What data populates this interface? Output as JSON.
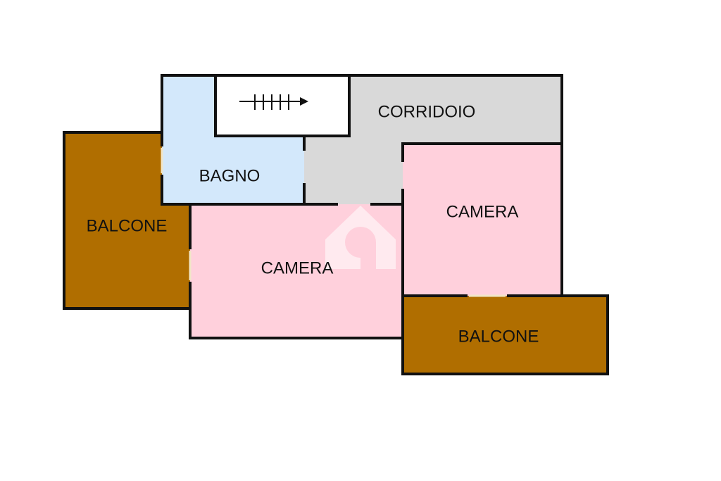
{
  "floorplan": {
    "colors": {
      "balcony": "#B06E00",
      "bathroom": "#D3E8FB",
      "corridor": "#D9D9D9",
      "bedroom": "#FFD0DC",
      "stairwell": "#FFFFFF",
      "wall": "#111111",
      "watermark": "#FFFFFF"
    },
    "rooms": {
      "balcone_left": {
        "label": "BALCONE"
      },
      "bagno": {
        "label": "BAGNO"
      },
      "corridoio": {
        "label": "CORRIDOIO"
      },
      "camera_center": {
        "label": "CAMERA"
      },
      "camera_right": {
        "label": "CAMERA"
      },
      "balcone_bottom": {
        "label": "BALCONE"
      }
    },
    "stairs": {
      "icon": "stairs-arrow-icon",
      "direction": "right"
    },
    "watermark": {
      "icon": "house-logo-icon"
    }
  }
}
